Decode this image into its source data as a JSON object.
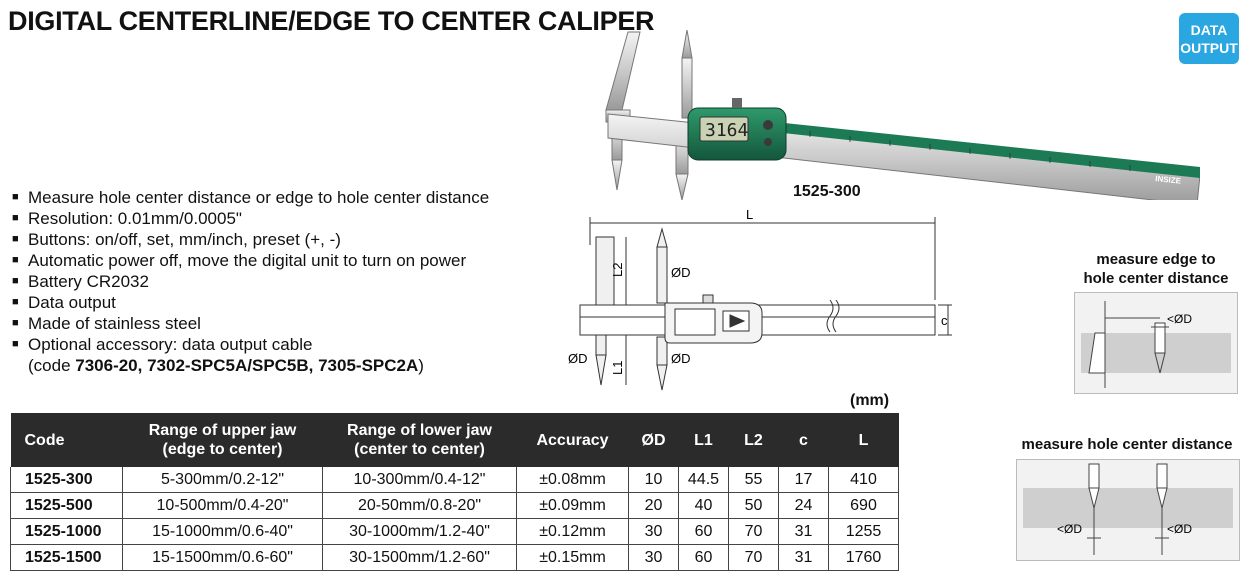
{
  "title": "DIGITAL CENTERLINE/EDGE TO CENTER CALIPER",
  "badge": {
    "line1": "DATA",
    "line2": "OUTPUT"
  },
  "photo": {
    "model": "1525-300",
    "display_value": "3164",
    "brand": "INSIZE"
  },
  "features": [
    "Measure hole center distance or edge to hole center distance",
    "Resolution: 0.01mm/0.0005\"",
    "Buttons: on/off, set, mm/inch, preset (+, -)",
    "Automatic power off, move the digital unit to turn on power",
    "Battery CR2032",
    "Data output",
    "Made of stainless steel",
    "Optional accessory: data output cable"
  ],
  "accessory_line": {
    "open": "(code ",
    "codes": "7306-20, 7302-SPC5A/SPC5B, 7305-SPC2A",
    "close": ")"
  },
  "drawing": {
    "L": "L",
    "L1": "L1",
    "L2": "L2",
    "c": "c",
    "dia_top": "ØD",
    "dia_bottom_right": "ØD",
    "dia_bottom_left": "ØD"
  },
  "unit": "(mm)",
  "table": {
    "headers": {
      "code": "Code",
      "upper1": "Range of upper jaw",
      "upper2": "(edge to center)",
      "lower1": "Range of lower jaw",
      "lower2": "(center to center)",
      "accuracy": "Accuracy",
      "d": "ØD",
      "l1": "L1",
      "l2": "L2",
      "c": "c",
      "l": "L"
    },
    "rows": [
      {
        "code": "1525-300",
        "upper": "5-300mm/0.2-12\"",
        "lower": "10-300mm/0.4-12\"",
        "accuracy": "±0.08mm",
        "d": "10",
        "l1": "44.5",
        "l2": "55",
        "c": "17",
        "l": "410"
      },
      {
        "code": "1525-500",
        "upper": "10-500mm/0.4-20\"",
        "lower": "20-50mm/0.8-20\"",
        "accuracy": "±0.09mm",
        "d": "20",
        "l1": "40",
        "l2": "50",
        "c": "24",
        "l": "690"
      },
      {
        "code": "1525-1000",
        "upper": "15-1000mm/0.6-40\"",
        "lower": "30-1000mm/1.2-40\"",
        "accuracy": "±0.12mm",
        "d": "30",
        "l1": "60",
        "l2": "70",
        "c": "31",
        "l": "1255"
      },
      {
        "code": "1525-1500",
        "upper": "15-1500mm/0.6-60\"",
        "lower": "30-1500mm/1.2-60\"",
        "accuracy": "±0.15mm",
        "d": "30",
        "l1": "60",
        "l2": "70",
        "c": "31",
        "l": "1760"
      }
    ]
  },
  "side1": {
    "title1": "measure edge to",
    "title2": "hole center distance",
    "label": "<ØD"
  },
  "side2": {
    "title": "measure hole center distance",
    "label_left": "<ØD",
    "label_right": "<ØD"
  },
  "colors": {
    "body_green": "#1c7a55",
    "badge_blue": "#2aa6e0",
    "header_dark": "#2b2b2b"
  }
}
